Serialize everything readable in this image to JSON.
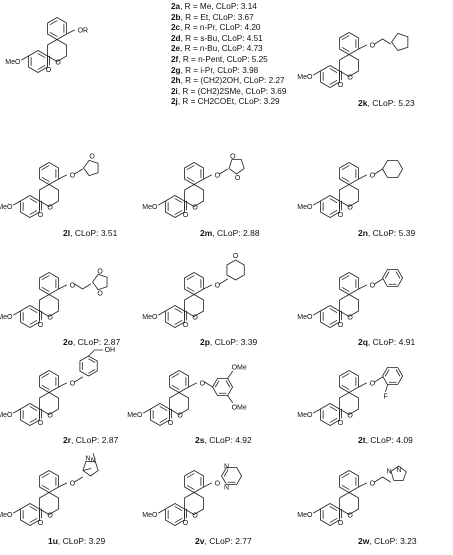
{
  "substituent_list": [
    {
      "id": "2a",
      "r": "Me",
      "clop": "3.14"
    },
    {
      "id": "2b",
      "r": "Et",
      "clop": "3.67"
    },
    {
      "id": "2c",
      "r": "n-Pr",
      "clop": "4.20"
    },
    {
      "id": "2d",
      "r": "s-Bu",
      "clop": "4.51"
    },
    {
      "id": "2e",
      "r": "n-Bu",
      "clop": "4.73"
    },
    {
      "id": "2f",
      "r": "n-Pent",
      "clop": "5.25"
    },
    {
      "id": "2g",
      "r": "i-Pr",
      "clop": "3.98"
    },
    {
      "id": "2h",
      "r": "(CH2)2OH",
      "clop": "2.27"
    },
    {
      "id": "2i",
      "r": "(CH2)2SMe",
      "clop": "3.69"
    },
    {
      "id": "2j",
      "r": "CH2COEt",
      "clop": "3.29"
    }
  ],
  "labels": {
    "r_equals": ", R = ",
    "clop_prefix": ", CLoP: ",
    "o": "O",
    "or": "OR",
    "meo": "MeO",
    "ome": "OMe",
    "f": "F",
    "oh": "OH",
    "n": "N"
  },
  "compounds": [
    {
      "id": "2k",
      "clop": "5.23"
    },
    {
      "id": "2l",
      "clop": "3.51"
    },
    {
      "id": "2m",
      "clop": "2.88"
    },
    {
      "id": "2n",
      "clop": "5.39"
    },
    {
      "id": "2o",
      "clop": "2.87"
    },
    {
      "id": "2p",
      "clop": "3.39"
    },
    {
      "id": "2q",
      "clop": "4.91"
    },
    {
      "id": "2r",
      "clop": "2.87"
    },
    {
      "id": "2s",
      "clop": "4.92"
    },
    {
      "id": "2t",
      "clop": "4.09"
    },
    {
      "id": "1u",
      "clop": "3.29"
    },
    {
      "id": "2v",
      "clop": "2.77"
    },
    {
      "id": "2w",
      "clop": "3.23"
    }
  ]
}
